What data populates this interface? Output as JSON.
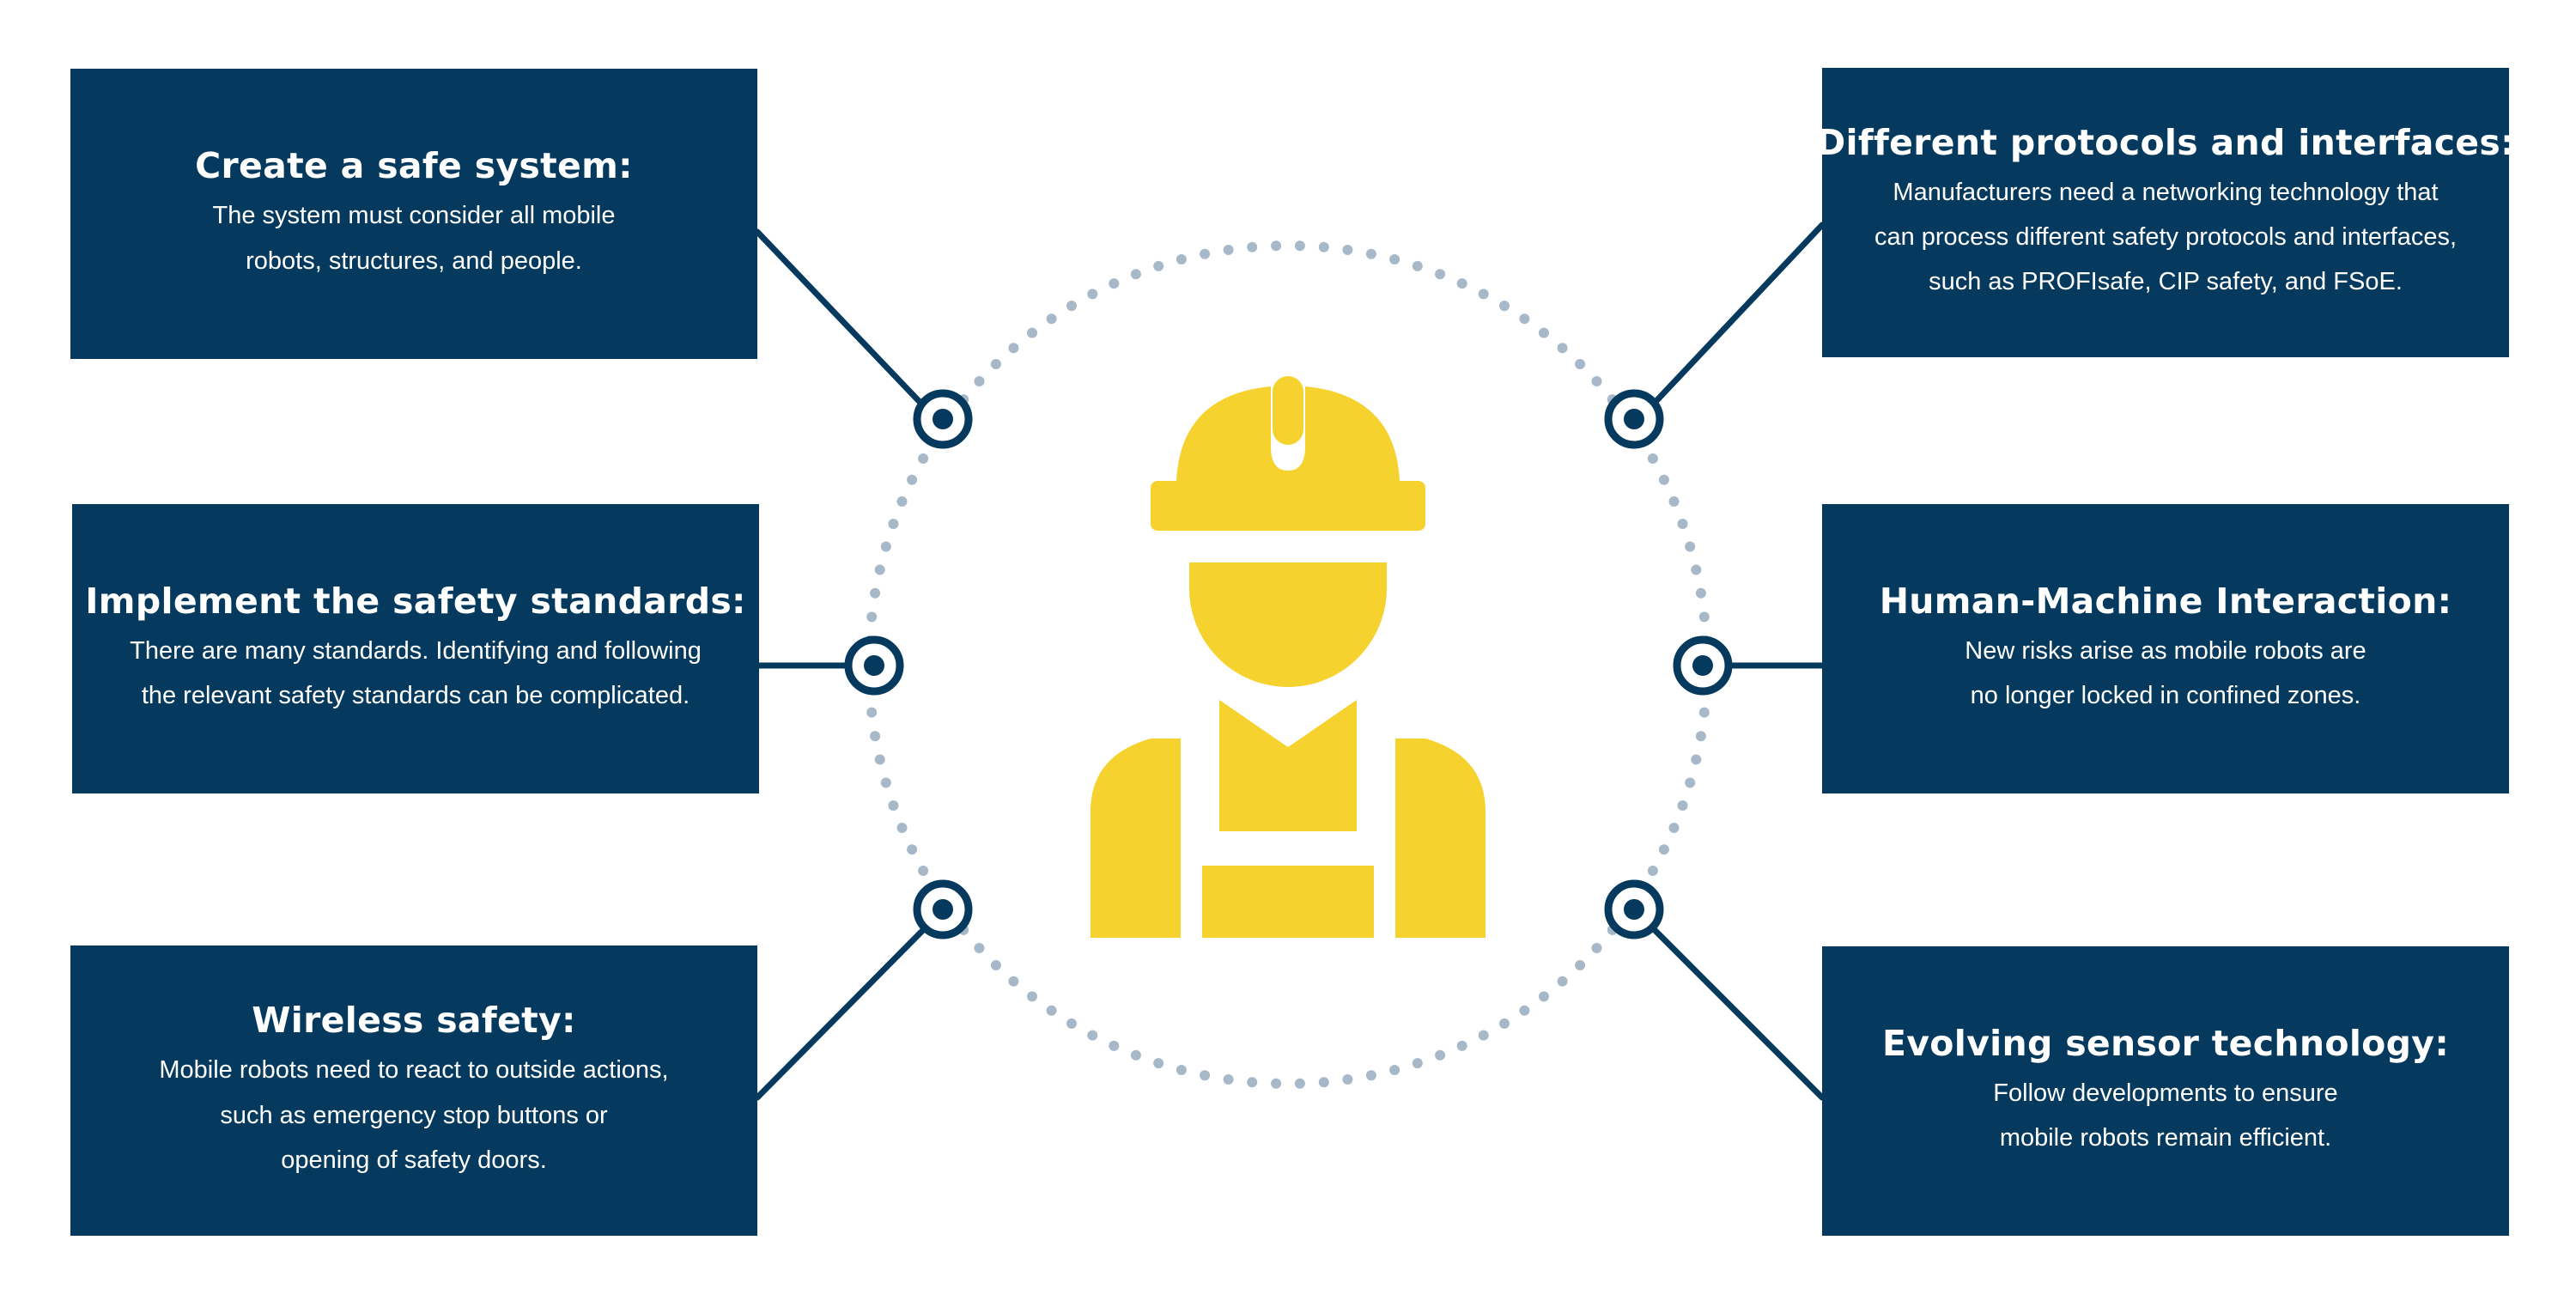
{
  "colors": {
    "navy": "#053a5e",
    "yellow": "#f5d22e",
    "dot_ring": "#a7b8c9",
    "white": "#ffffff"
  },
  "center_icon": "construction-worker-icon",
  "boxes": [
    {
      "id": "tl",
      "title": "Create a safe system:",
      "lines": [
        "The system must consider all mobile",
        "robots, structures, and people."
      ]
    },
    {
      "id": "ml",
      "title": "Implement the safety standards:",
      "lines": [
        "There are many standards. Identifying and following",
        "the relevant safety standards can be complicated."
      ]
    },
    {
      "id": "bl",
      "title": "Wireless safety:",
      "lines": [
        "Mobile robots need to react to outside actions,",
        "such as emergency stop buttons or",
        "opening of safety doors."
      ]
    },
    {
      "id": "tr",
      "title": "Different protocols and interfaces:",
      "lines": [
        "Manufacturers need a networking technology that",
        "can process different safety protocols and interfaces,",
        "such as PROFIsafe, CIP safety, and FSoE."
      ]
    },
    {
      "id": "mr",
      "title": "Human-Machine Interaction:",
      "lines": [
        "New risks arise as mobile robots are",
        "no longer locked in confined zones."
      ]
    },
    {
      "id": "br",
      "title": "Evolving sensor technology:",
      "lines": [
        "Follow developments to ensure",
        "mobile robots remain efficient."
      ]
    }
  ]
}
